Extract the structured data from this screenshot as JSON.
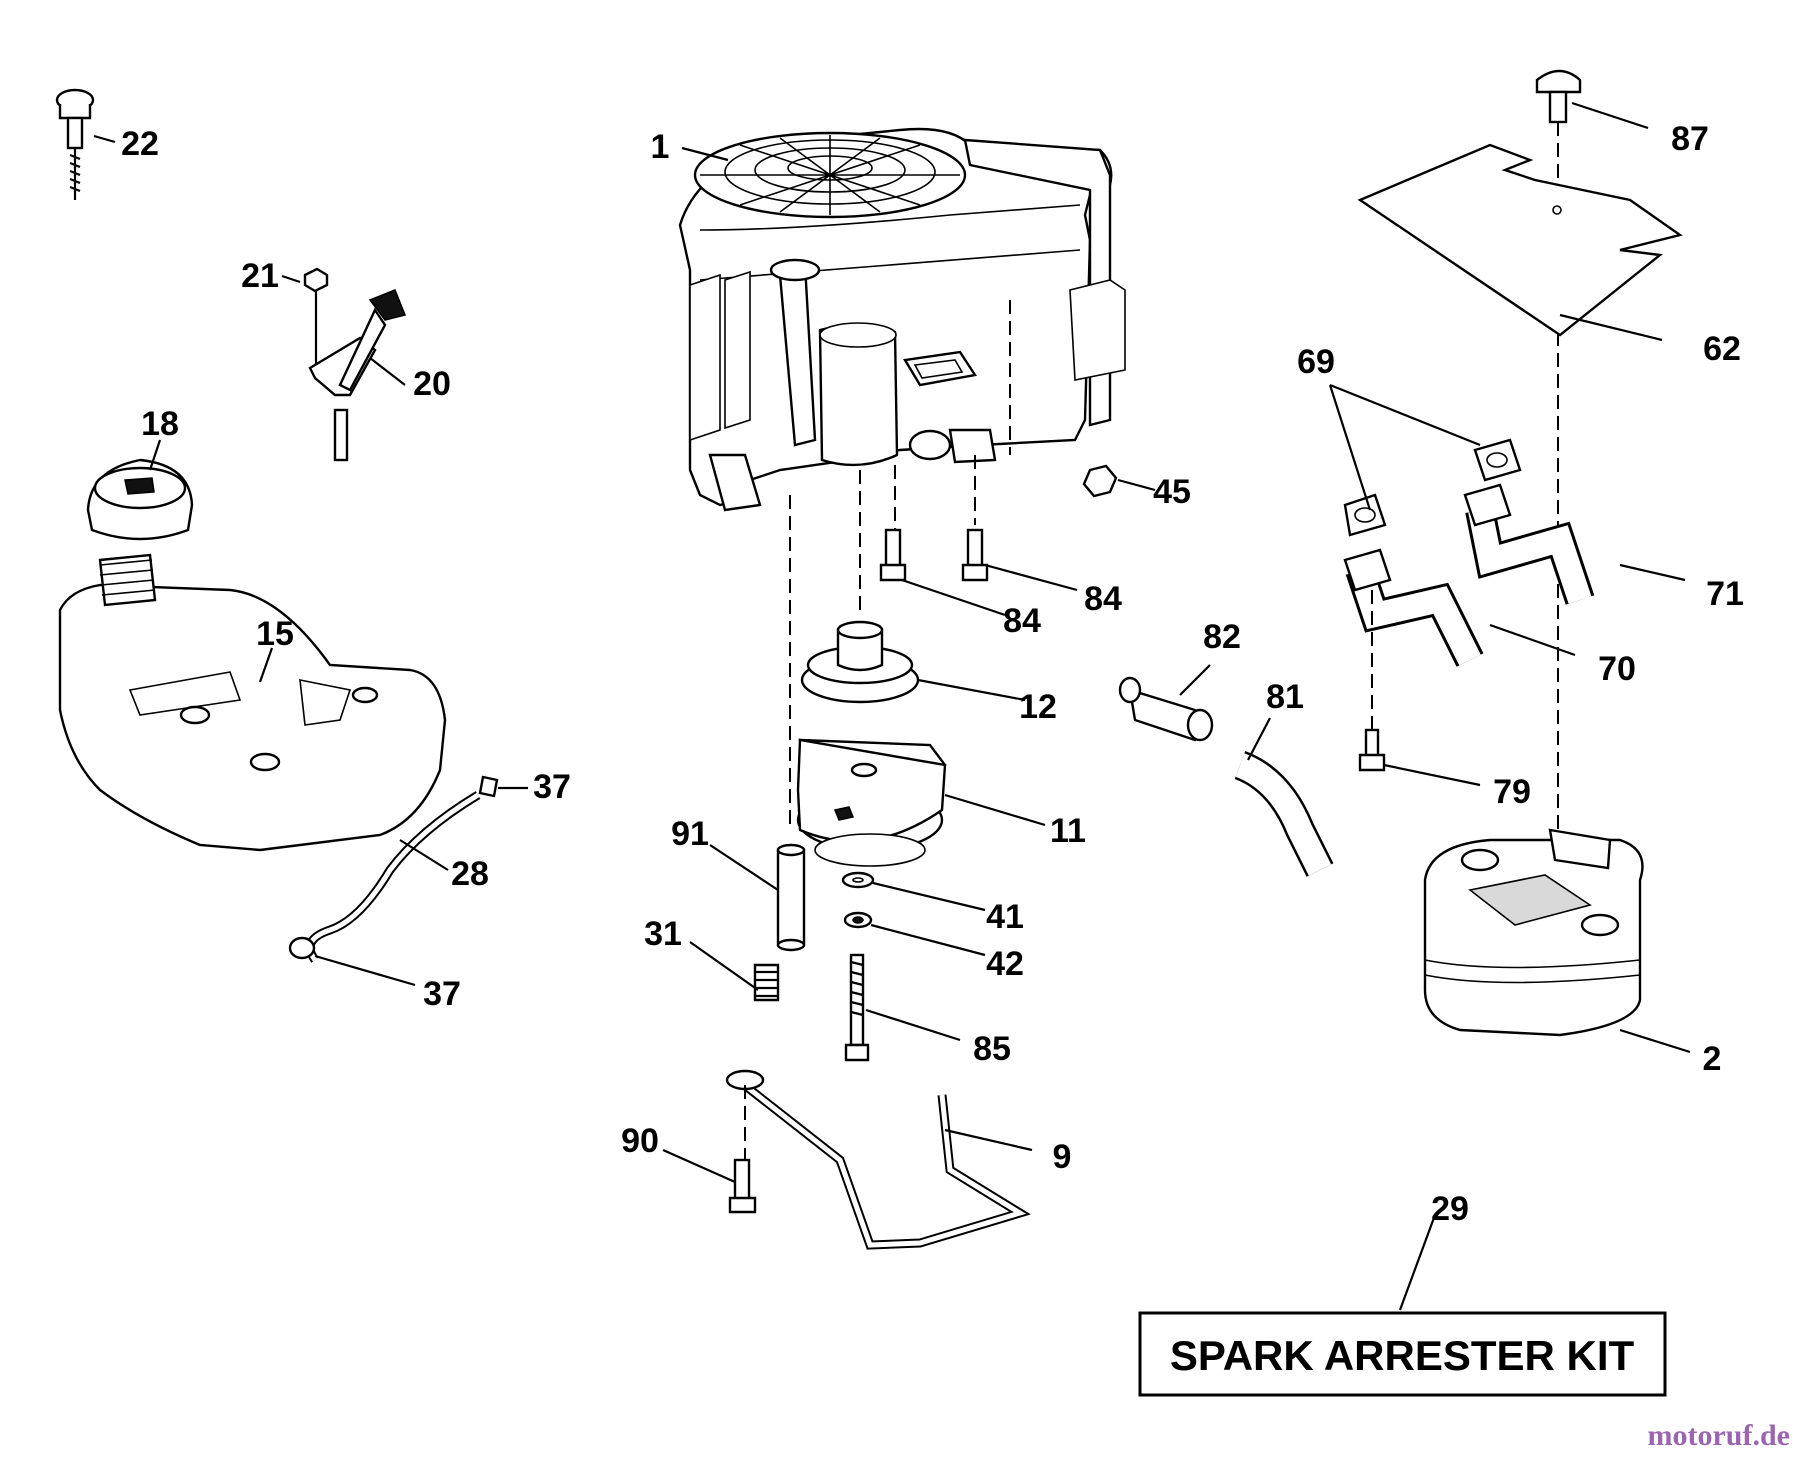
{
  "diagram": {
    "callouts": [
      {
        "id": "c1",
        "label": "1"
      },
      {
        "id": "c22",
        "label": "22"
      },
      {
        "id": "c21",
        "label": "21"
      },
      {
        "id": "c20",
        "label": "20"
      },
      {
        "id": "c18",
        "label": "18"
      },
      {
        "id": "c15",
        "label": "15"
      },
      {
        "id": "c37a",
        "label": "37"
      },
      {
        "id": "c28",
        "label": "28"
      },
      {
        "id": "c37b",
        "label": "37"
      },
      {
        "id": "c45",
        "label": "45"
      },
      {
        "id": "c84a",
        "label": "84"
      },
      {
        "id": "c84b",
        "label": "84"
      },
      {
        "id": "c12",
        "label": "12"
      },
      {
        "id": "c11",
        "label": "11"
      },
      {
        "id": "c91",
        "label": "91"
      },
      {
        "id": "c41",
        "label": "41"
      },
      {
        "id": "c42",
        "label": "42"
      },
      {
        "id": "c31",
        "label": "31"
      },
      {
        "id": "c85",
        "label": "85"
      },
      {
        "id": "c90",
        "label": "90"
      },
      {
        "id": "c9",
        "label": "9"
      },
      {
        "id": "c82",
        "label": "82"
      },
      {
        "id": "c81",
        "label": "81"
      },
      {
        "id": "c87",
        "label": "87"
      },
      {
        "id": "c62",
        "label": "62"
      },
      {
        "id": "c69",
        "label": "69"
      },
      {
        "id": "c71",
        "label": "71"
      },
      {
        "id": "c70",
        "label": "70"
      },
      {
        "id": "c79",
        "label": "79"
      },
      {
        "id": "c2",
        "label": "2"
      },
      {
        "id": "c29",
        "label": "29"
      }
    ],
    "kit_box_text": "SPARK ARRESTER KIT",
    "watermark": "motoruf.de"
  }
}
